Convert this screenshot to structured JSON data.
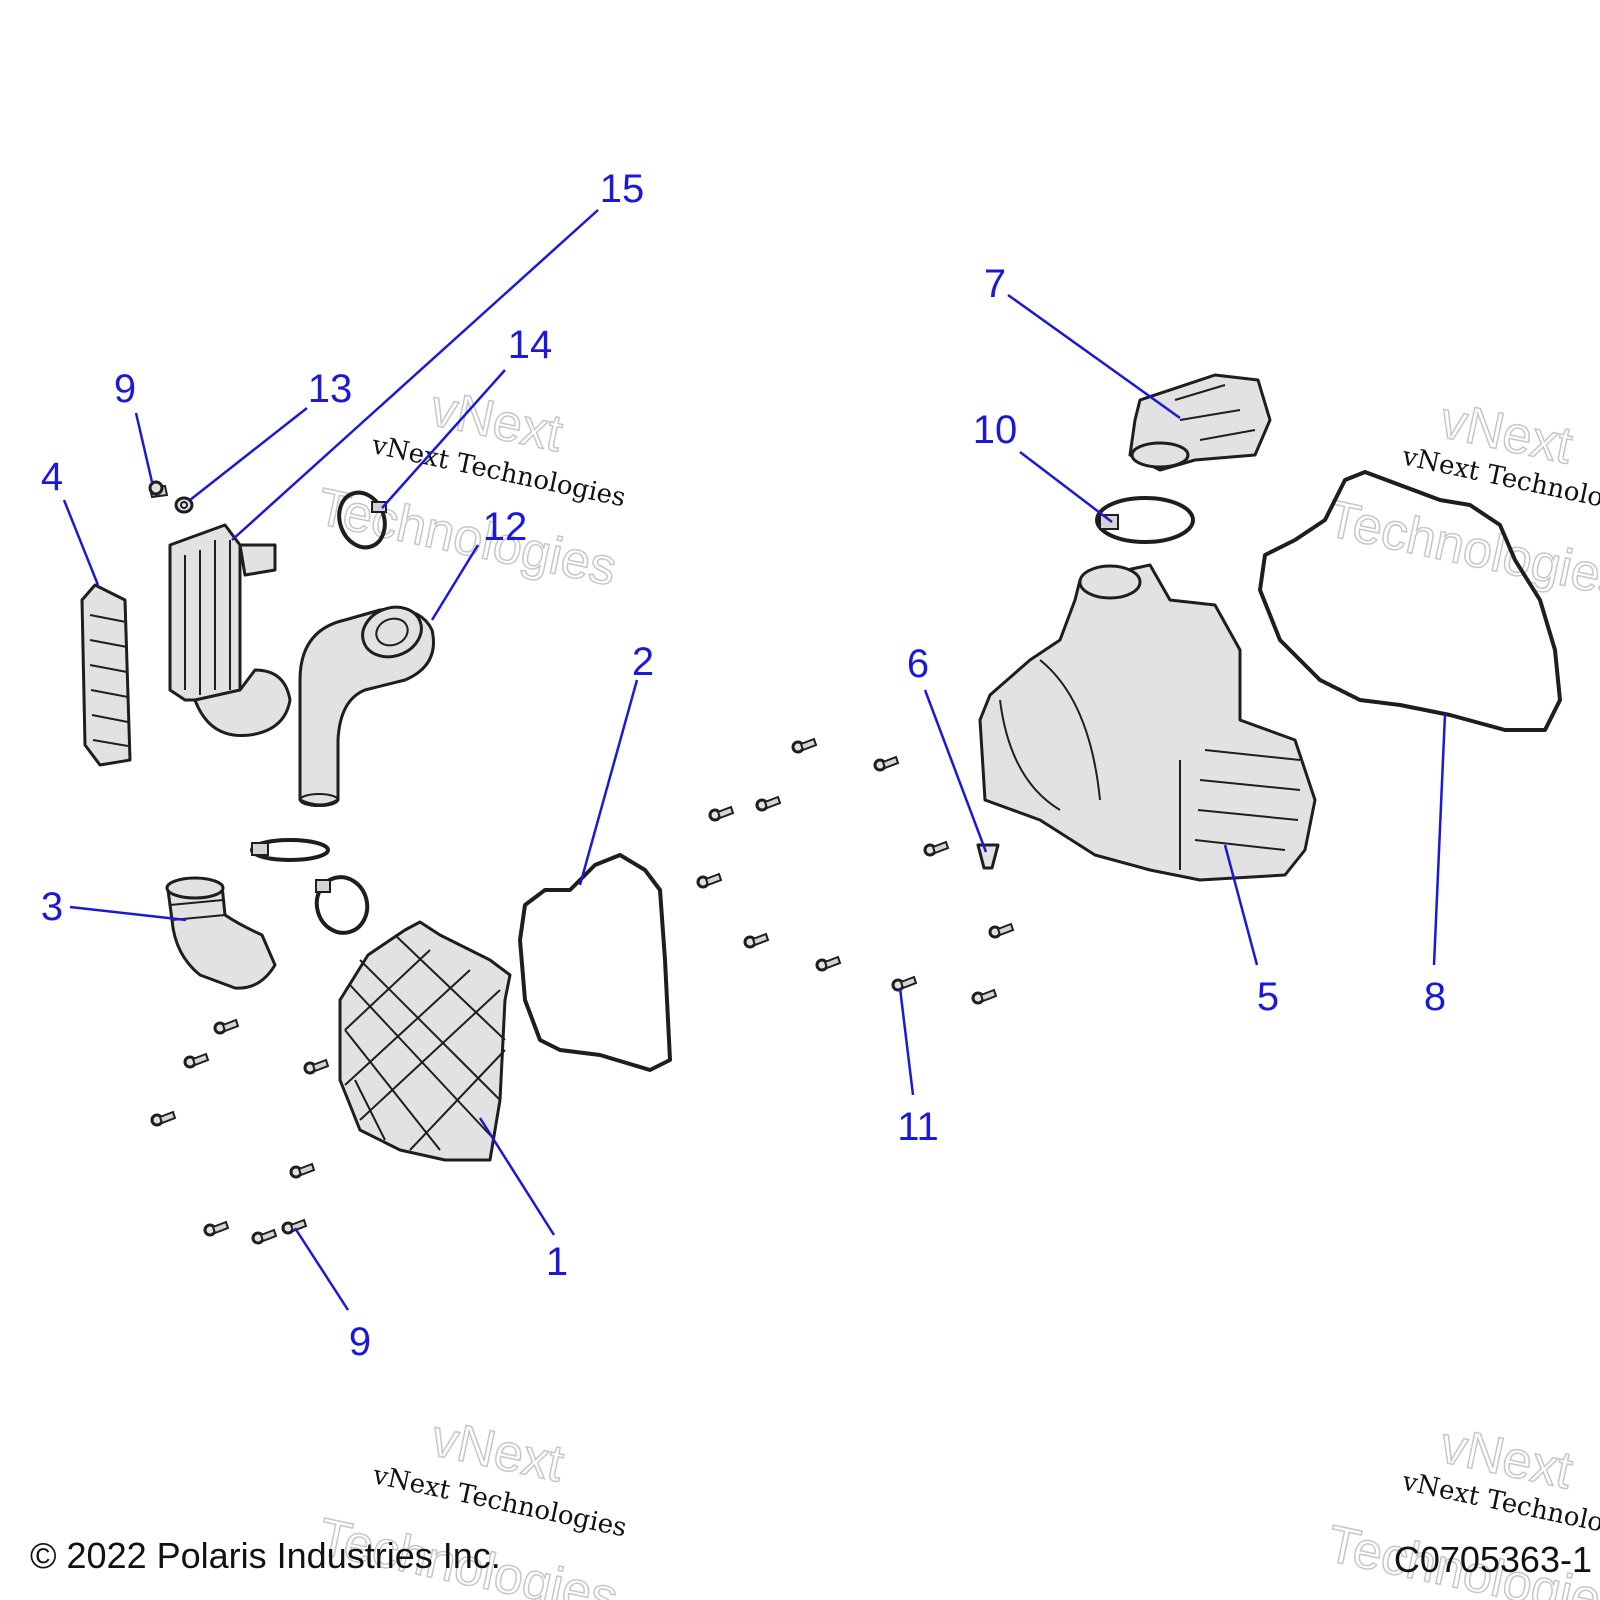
{
  "diagram": {
    "callouts": {
      "c1": "1",
      "c2": "2",
      "c3": "3",
      "c4": "4",
      "c5": "5",
      "c6": "6",
      "c7": "7",
      "c8": "8",
      "c9a": "9",
      "c9b": "9",
      "c10": "10",
      "c11": "11",
      "c12": "12",
      "c13": "13",
      "c14": "14",
      "c15": "15"
    },
    "watermark": {
      "line1": "vNext Technologies",
      "line2a": "vNext",
      "line2b": "Technologies"
    },
    "footer": {
      "copyright": "© 2022 Polaris Industries Inc.",
      "code": "C0705363-1"
    },
    "colors": {
      "callout": "#1a1ad6",
      "line_art": "#1e1e1e",
      "part_fill": "#e2e2e2"
    }
  }
}
